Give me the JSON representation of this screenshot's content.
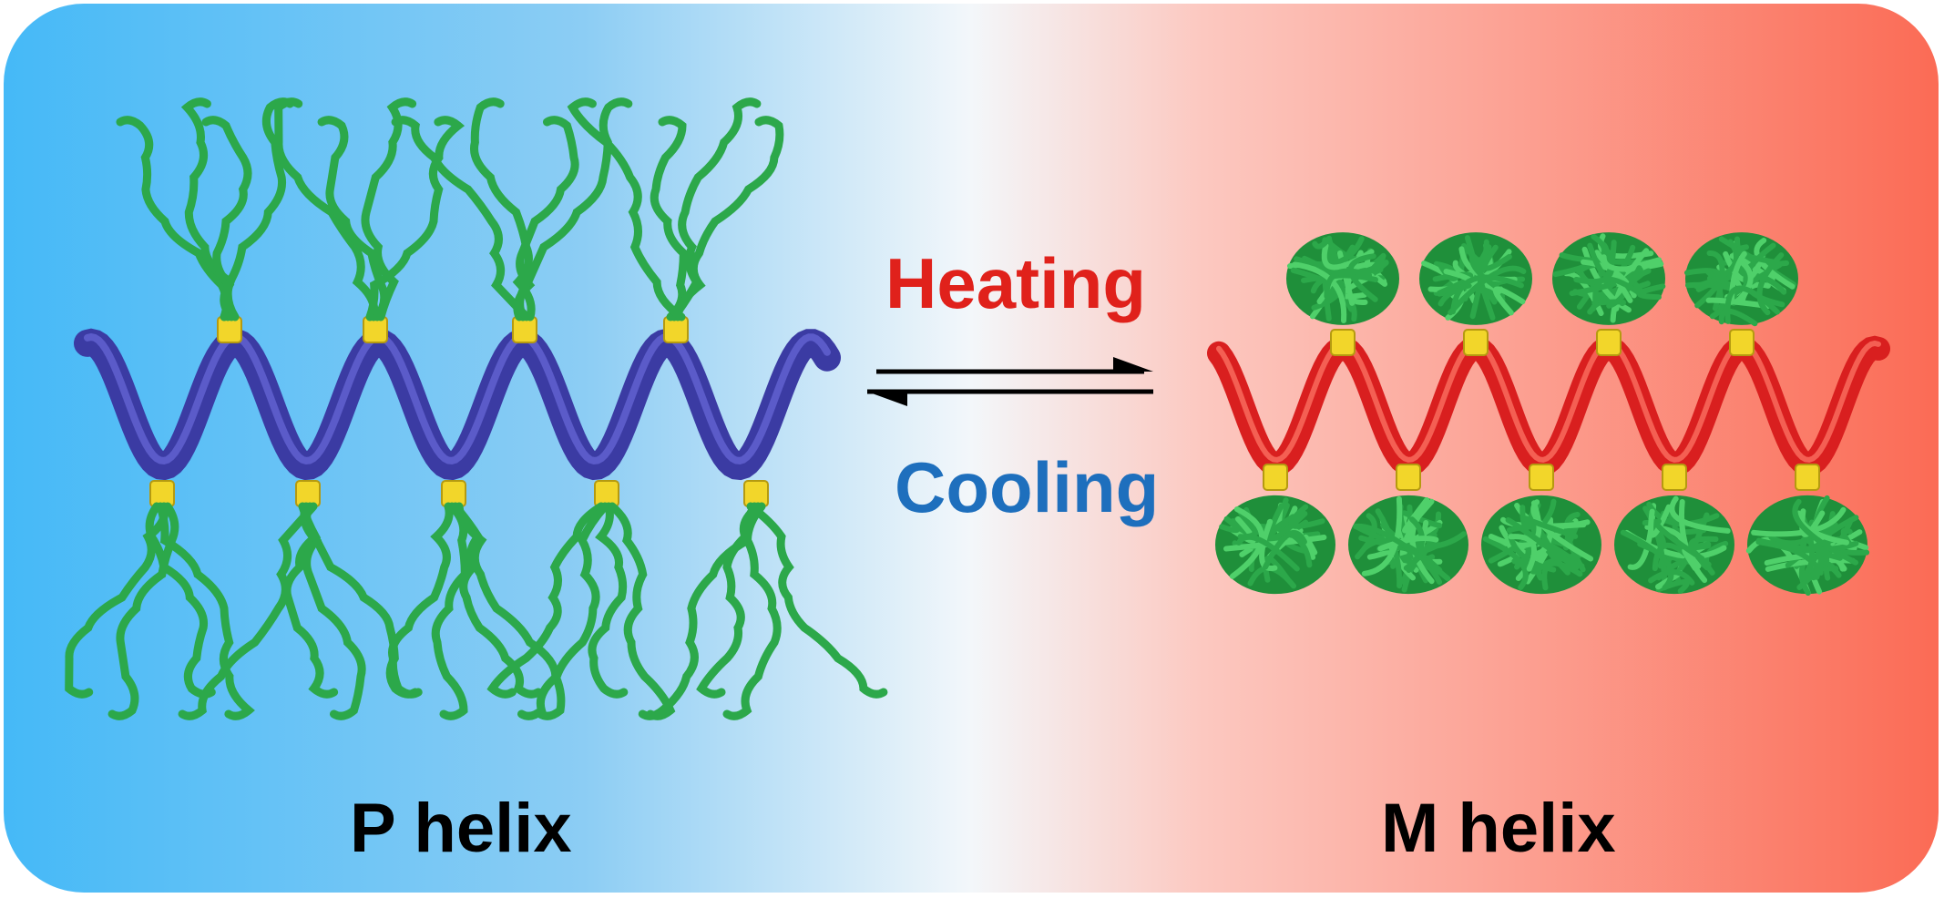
{
  "labels": {
    "heating": "Heating",
    "cooling": "Cooling",
    "left_state": "P helix",
    "right_state": "M helix"
  },
  "colors": {
    "background_left": "#45b9f7",
    "background_center": "#f3f7fa",
    "background_right": "#fb6b55",
    "p_helix_backbone": "#3b3ba3",
    "m_helix_backbone": "#d91f1f",
    "side_chain": "#2ca84a",
    "linker": "#f2d62a",
    "heating_text": "#e0211b",
    "cooling_text": "#1e6fbd",
    "state_text": "#000000"
  },
  "diagram": {
    "left_structure": "extended side chains on helical backbone",
    "right_structure": "coiled side chains on helical backbone",
    "arrow": "equilibrium-arrows"
  }
}
